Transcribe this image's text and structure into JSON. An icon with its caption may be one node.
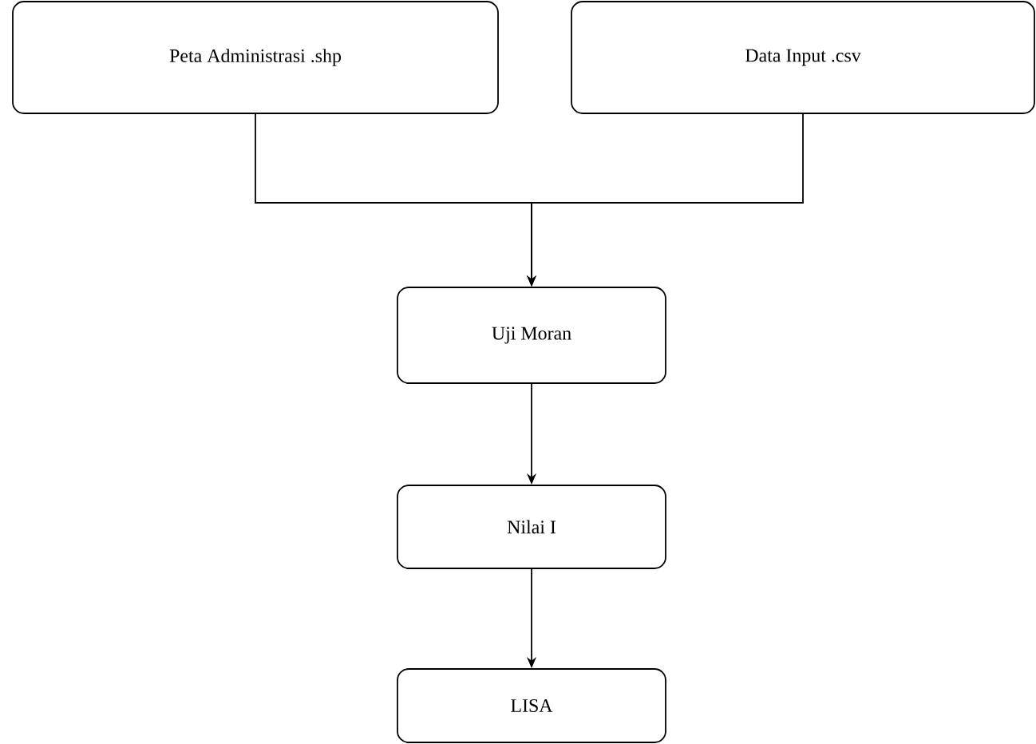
{
  "diagram": {
    "nodes": [
      {
        "text": [
          "Peta Administrasi .shp"
        ]
      },
      {
        "text": [
          "Data Input .csv"
        ]
      },
      {
        "text": [
          "Uji Moran"
        ]
      },
      {
        "text": [
          "Nilai I"
        ]
      },
      {
        "text": [
          "LISA"
        ]
      }
    ],
    "edges": [
      {
        "from": 0,
        "to": 2,
        "arrow": "to"
      },
      {
        "from": 1,
        "to": 2,
        "arrow": "to"
      },
      {
        "from": 2,
        "to": 3,
        "arrow": "to"
      },
      {
        "from": 3,
        "to": 4,
        "arrow": "to"
      }
    ]
  }
}
